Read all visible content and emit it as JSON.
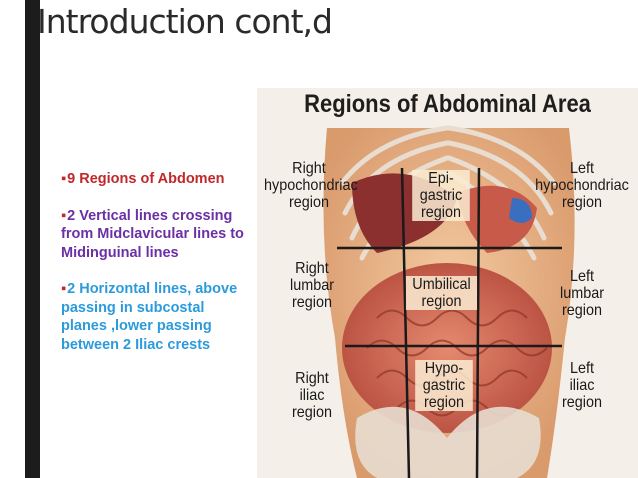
{
  "slide": {
    "title": "Introduction cont,d",
    "bullets": [
      {
        "text": "9 Regions of Abdomen",
        "color": "#c0282b"
      },
      {
        "text": "2 Vertical lines crossing from Midclavicular lines to Midinguinal lines",
        "color": "#6b2fa6"
      },
      {
        "text": "2 Horizontal lines, above passing in subcostal planes ,lower passing between 2 Iliac crests",
        "color": "#2b9bdc"
      }
    ]
  },
  "figure": {
    "title": "Regions of Abdominal Area",
    "regions": {
      "right_hypochondriac": "Right\nhypochondriac\nregion",
      "epigastric": "Epi-\ngastric\nregion",
      "left_hypochondriac": "Left\nhypochondriac\nregion",
      "right_lumbar": "Right\nlumbar\nregion",
      "umbilical": "Umbilical\nregion",
      "left_lumbar": "Left\nlumbar\nregion",
      "right_iliac": "Right\niliac\nregion",
      "hypogastric": "Hypo-\ngastric\nregion",
      "left_iliac": "Left\niliac\nregion"
    }
  }
}
